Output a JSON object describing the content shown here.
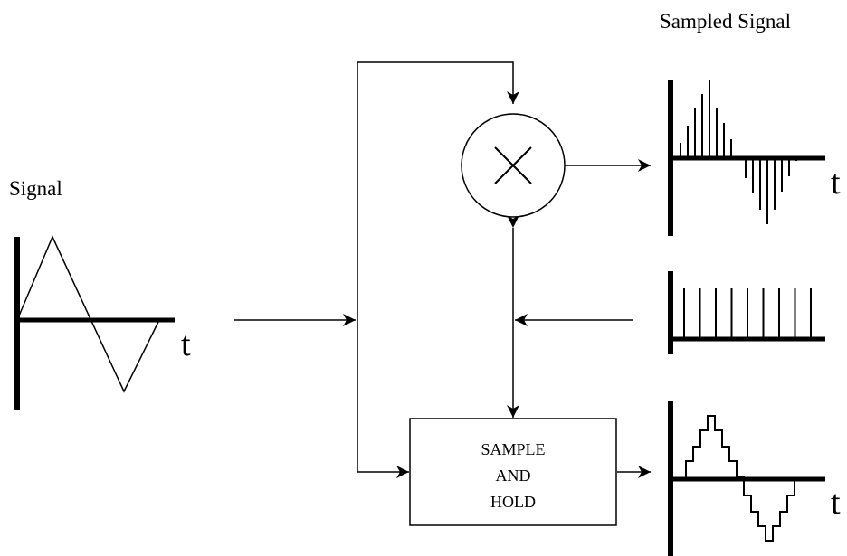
{
  "labels": {
    "signal": "Signal",
    "sampled_signal": "Sampled Signal",
    "t_input": "t",
    "t_sampled": "t",
    "t_held": "t"
  },
  "blocks": {
    "multiplier_symbol": "×",
    "sample_hold_lines": [
      "SAMPLE",
      "AND",
      "HOLD"
    ]
  }
}
